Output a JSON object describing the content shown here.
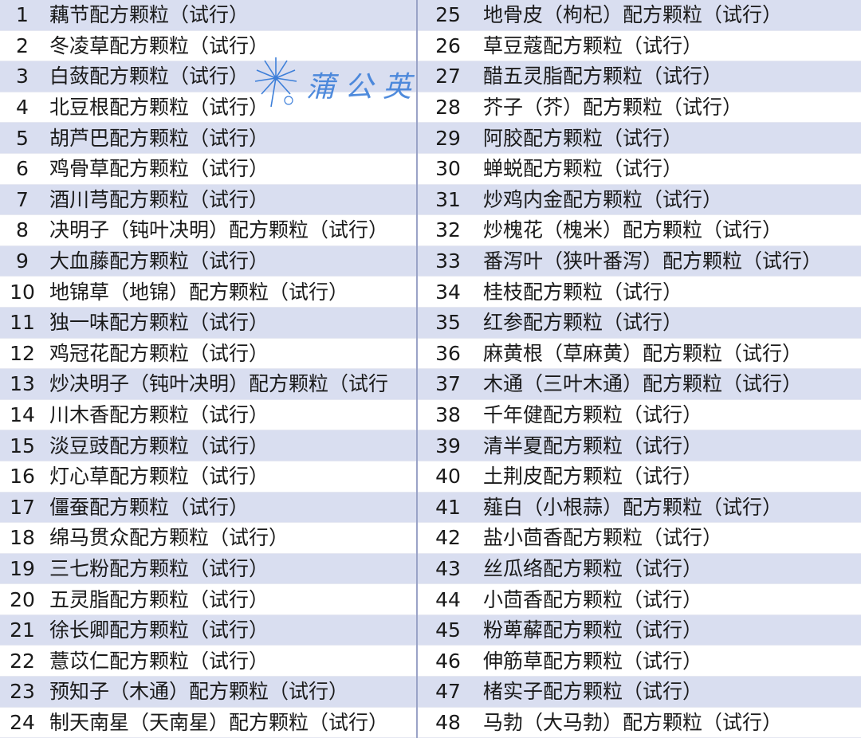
{
  "rows": [
    {
      "left_no": "1",
      "left_name": "藕节配方颗粒（试行）",
      "right_no": "25",
      "right_name": "地骨皮（枸杞）配方颗粒（试行）"
    },
    {
      "left_no": "2",
      "left_name": "冬凌草配方颗粒（试行）",
      "right_no": "26",
      "right_name": "草豆蔻配方颗粒（试行）"
    },
    {
      "left_no": "3",
      "left_name": "白蔹配方颗粒（试行）",
      "right_no": "27",
      "right_name": "醋五灵脂配方颗粒（试行）"
    },
    {
      "left_no": "4",
      "left_name": "北豆根配方颗粒（试行）",
      "right_no": "28",
      "right_name": "芥子（芥）配方颗粒（试行）"
    },
    {
      "left_no": "5",
      "left_name": "胡芦巴配方颗粒（试行）",
      "right_no": "29",
      "right_name": "阿胶配方颗粒（试行）"
    },
    {
      "left_no": "6",
      "left_name": "鸡骨草配方颗粒（试行）",
      "right_no": "30",
      "right_name": "蝉蜕配方颗粒（试行）"
    },
    {
      "left_no": "7",
      "left_name": "酒川芎配方颗粒（试行）",
      "right_no": "31",
      "right_name": "炒鸡内金配方颗粒（试行）"
    },
    {
      "left_no": "8",
      "left_name": "决明子（钝叶决明）配方颗粒（试行）",
      "right_no": "32",
      "right_name": "炒槐花（槐米）配方颗粒（试行）"
    },
    {
      "left_no": "9",
      "left_name": "大血藤配方颗粒（试行）",
      "right_no": "33",
      "right_name": "番泻叶（狭叶番泻）配方颗粒（试行）"
    },
    {
      "left_no": "10",
      "left_name": "地锦草（地锦）配方颗粒（试行）",
      "right_no": "34",
      "right_name": "桂枝配方颗粒（试行）"
    },
    {
      "left_no": "11",
      "left_name": "独一味配方颗粒（试行）",
      "right_no": "35",
      "right_name": "红参配方颗粒（试行）"
    },
    {
      "left_no": "12",
      "left_name": "鸡冠花配方颗粒（试行）",
      "right_no": "36",
      "right_name": "麻黄根（草麻黄）配方颗粒（试行）"
    },
    {
      "left_no": "13",
      "left_name": "炒决明子（钝叶决明）配方颗粒（试行",
      "right_no": "37",
      "right_name": "木通（三叶木通）配方颗粒（试行）"
    },
    {
      "left_no": "14",
      "left_name": "川木香配方颗粒（试行）",
      "right_no": "38",
      "right_name": "千年健配方颗粒（试行）"
    },
    {
      "left_no": "15",
      "left_name": "淡豆豉配方颗粒（试行）",
      "right_no": "39",
      "right_name": "清半夏配方颗粒（试行）"
    },
    {
      "left_no": "16",
      "left_name": "灯心草配方颗粒（试行）",
      "right_no": "40",
      "right_name": "土荆皮配方颗粒（试行）"
    },
    {
      "left_no": "17",
      "left_name": "僵蚕配方颗粒（试行）",
      "right_no": "41",
      "right_name": "薤白（小根蒜）配方颗粒（试行）"
    },
    {
      "left_no": "18",
      "left_name": "绵马贯众配方颗粒（试行）",
      "right_no": "42",
      "right_name": "盐小茴香配方颗粒（试行）"
    },
    {
      "left_no": "19",
      "left_name": "三七粉配方颗粒（试行）",
      "right_no": "43",
      "right_name": "丝瓜络配方颗粒（试行）"
    },
    {
      "left_no": "20",
      "left_name": "五灵脂配方颗粒（试行）",
      "right_no": "44",
      "right_name": "小茴香配方颗粒（试行）"
    },
    {
      "left_no": "21",
      "left_name": "徐长卿配方颗粒（试行）",
      "right_no": "45",
      "right_name": "粉萆薢配方颗粒（试行）"
    },
    {
      "left_no": "22",
      "left_name": "薏苡仁配方颗粒（试行）",
      "right_no": "46",
      "right_name": "伸筋草配方颗粒（试行）"
    },
    {
      "left_no": "23",
      "left_name": "预知子（木通）配方颗粒（试行）",
      "right_no": "47",
      "right_name": "楮实子配方颗粒（试行）"
    },
    {
      "left_no": "24",
      "left_name": "制天南星（天南星）配方颗粒（试行）",
      "right_no": "48",
      "right_name": "马勃（大马勃）配方颗粒（试行）"
    }
  ],
  "watermark": {
    "text": "蒲公英",
    "icon": "dandelion-icon",
    "color": "#3d7fd9"
  },
  "colors": {
    "band": "#d9def0",
    "plain": "#ffffff",
    "divider": "#9aa3c7"
  }
}
